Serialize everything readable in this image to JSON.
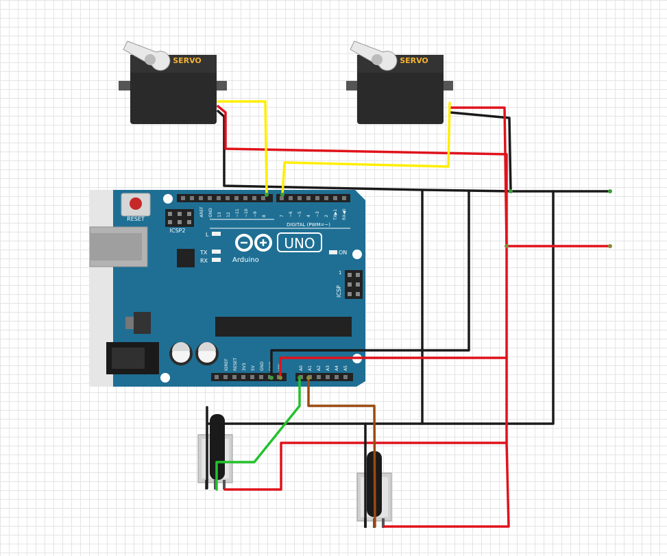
{
  "servo_left": {
    "label": "SERVO"
  },
  "servo_right": {
    "label": "SERVO"
  },
  "arduino": {
    "reset_label": "RESET",
    "icsp2_label": "ICSP2",
    "aref": "AREF",
    "gnd_top": "GND",
    "digital_pins_high": [
      "13",
      "12",
      "~11",
      "~10",
      "~9",
      "8"
    ],
    "digital_pins_low": [
      "7",
      "~6",
      "~5",
      "4",
      "~3",
      "2",
      "TX▶1",
      "RX◀0"
    ],
    "digital_label": "DIGITAL (PWM=~)",
    "led_l": "L",
    "led_tx": "TX",
    "led_rx": "RX",
    "on_label": "ON",
    "logo_uno": "UNO",
    "logo_arduino": "Arduino",
    "icsp_label": "ICSP",
    "icsp_pin1": "1",
    "power_pins": [
      "IOREF",
      "RESET",
      "3V3",
      "5V",
      "GND",
      "GND",
      "VIN"
    ],
    "analog_pins": [
      "A0",
      "A1",
      "A2",
      "A3",
      "A4",
      "A5"
    ]
  },
  "colors": {
    "board": "#1f6f94",
    "wire_yellow": "#ffee00",
    "wire_red": "#e0121b",
    "wire_black": "#1a1a1a",
    "wire_green": "#22c22c",
    "wire_brown": "#9b4a10",
    "servo_body": "#2a2a2a",
    "servo_label": "#f5b335"
  }
}
